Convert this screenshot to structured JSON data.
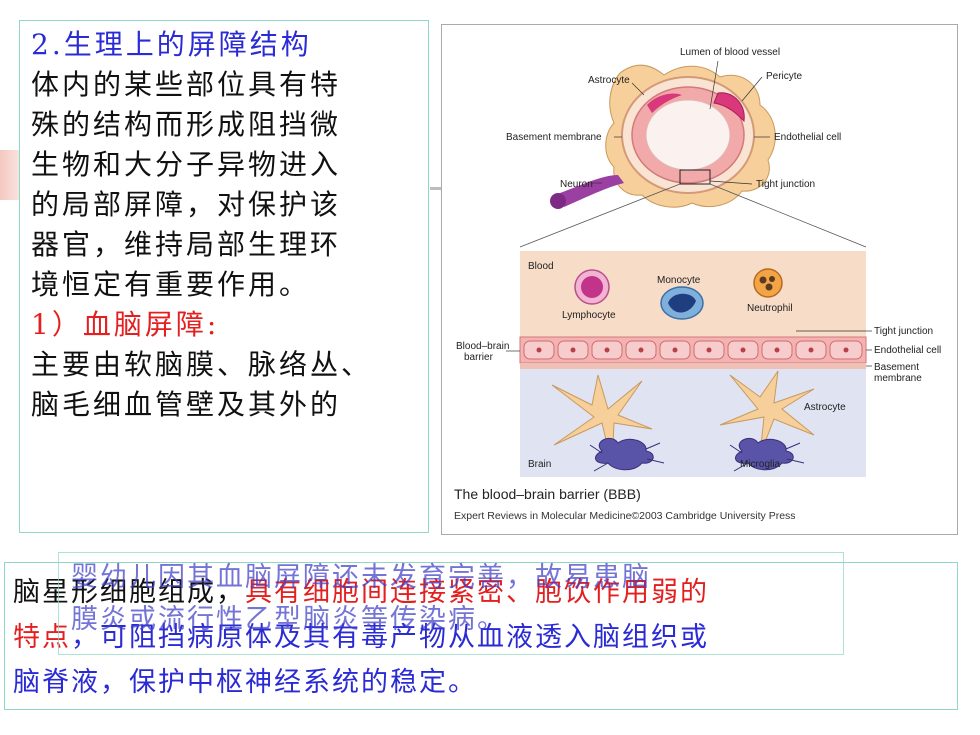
{
  "left_panel": {
    "heading": "2.生理上的屏障结构",
    "body_lines": [
      "体内的某些部位具有特",
      "殊的结构而形成阻挡微",
      "生物和大分子异物进入",
      "的局部屏障，对保护该",
      "器官，维持局部生理环",
      "境恒定有重要作用。"
    ],
    "subheading": "1）血脑屏障:",
    "desc_lines": [
      "主要由软脑膜、脉络丛、",
      "脑毛细血管壁及其外的"
    ]
  },
  "figure": {
    "labels": {
      "lumen": "Lumen of blood vessel",
      "astrocyte_top": "Astrocyte",
      "pericyte": "Pericyte",
      "basement_membrane": "Basement membrane",
      "endothelial_cell": "Endothelial cell",
      "neuron": "Neuron",
      "tight_junction": "Tight junction",
      "blood": "Blood",
      "monocyte": "Monocyte",
      "lymphocyte": "Lymphocyte",
      "neutrophil": "Neutrophil",
      "tight_junction_right": "Tight junction",
      "endothelial_right": "Endothelial cell",
      "basement_right_1": "Basement",
      "basement_right_2": "membrane",
      "bbb_1": "Blood–brain",
      "bbb_2": "barrier",
      "astrocyte_bottom": "Astrocyte",
      "brain": "Brain",
      "microglia": "Microglia"
    },
    "caption": "The blood–brain barrier (BBB)",
    "credit": "Expert Reviews in Molecular Medicine©2003 Cambridge University Press",
    "colors": {
      "vessel": "#f6c9a8",
      "endothelial": "#f2a9a9",
      "pericyte": "#d9387a",
      "neuron": "#9b3fa3",
      "blood_bg": "#f7dcc8",
      "brain_bg": "#dfe3f2",
      "astrocyte": "#f6cf9a",
      "microglia": "#5a54a8"
    }
  },
  "bottom": {
    "line1_black": "脑星形细胞组成，",
    "line1_red": "具有细胞间连接紧密、胞饮作用弱的",
    "line2_red": "特点",
    "line2_blue": "，可阻挡病原体及其有毒产物从血液透入脑组织或",
    "line3_blue": "脑脊液，保护中枢神经系统的稳定。"
  },
  "overlay": {
    "line1": "婴幼儿因其血脑屏障还未发育完善，故易患脑",
    "line2": "膜炎或流行性乙型脑炎等传染病。"
  }
}
